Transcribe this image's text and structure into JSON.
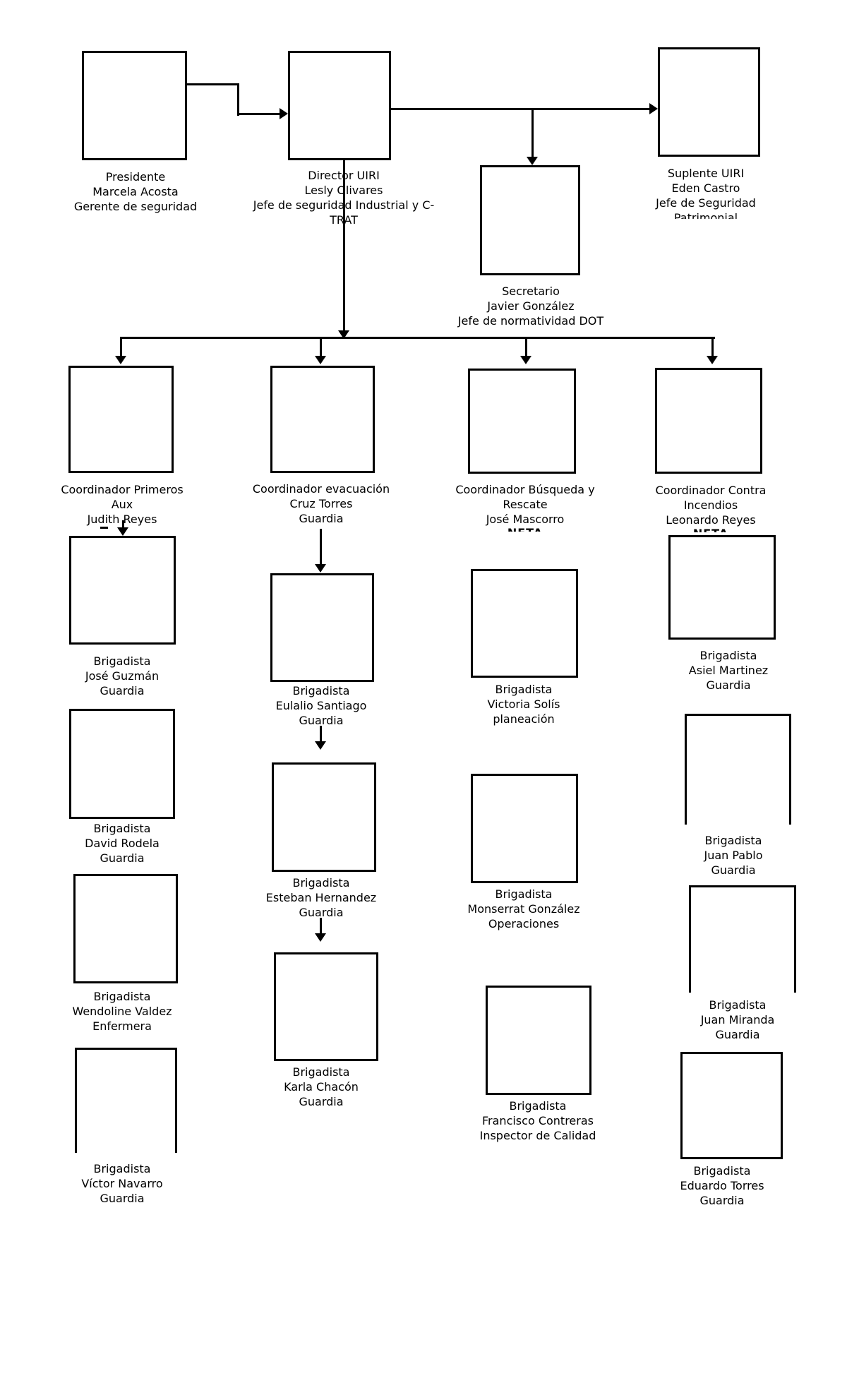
{
  "org_chart": {
    "colors": {
      "background": "#ffffff",
      "line": "#000000",
      "text": "#000000"
    },
    "nodes": {
      "presidente": {
        "lines": [
          "Presidente",
          "Marcela Acosta",
          "Gerente de seguridad"
        ]
      },
      "director": {
        "lines": [
          "Director UIRI",
          "Lesly Olivares",
          "Jefe de seguridad Industrial y C-",
          "TRAT"
        ]
      },
      "suplente": {
        "lines": [
          "Suplente UIRI",
          "Eden Castro",
          "Jefe de Seguridad"
        ],
        "clipped_text": "Patrimonial"
      },
      "secretario": {
        "lines": [
          "Secretario",
          "Javier González",
          "Jefe de normatividad DOT"
        ]
      }
    },
    "coordinators": [
      {
        "lines": [
          "Coordinador Primeros",
          "Aux",
          "Judith Reyes"
        ]
      },
      {
        "lines": [
          "Coordinador evacuación",
          "Cruz Torres",
          "Guardia"
        ]
      },
      {
        "lines": [
          "Coordinador Búsqueda y",
          "Rescate",
          "José Mascorro"
        ],
        "clipped_text": "NETA"
      },
      {
        "lines": [
          "Coordinador Contra",
          "Incendios",
          "Leonardo Reyes"
        ],
        "clipped_text": "NETA"
      }
    ],
    "columns": [
      [
        {
          "lines": [
            "Brigadista",
            "José Guzmán",
            "Guardia"
          ]
        },
        {
          "lines": [
            "Brigadista",
            "David Rodela",
            "Guardia"
          ]
        },
        {
          "lines": [
            "Brigadista",
            "Wendoline Valdez",
            "Enfermera"
          ]
        },
        {
          "lines": [
            "Brigadista",
            "Víctor Navarro",
            "Guardia"
          ]
        }
      ],
      [
        {
          "lines": [
            "Brigadista",
            "Eulalio Santiago",
            "Guardia"
          ]
        },
        {
          "lines": [
            "Brigadista",
            "Esteban Hernandez",
            "Guardia"
          ]
        },
        {
          "lines": [
            "Brigadista",
            "Karla Chacón",
            "Guardia"
          ]
        }
      ],
      [
        {
          "lines": [
            "Brigadista",
            "Victoria Solís",
            "planeación"
          ]
        },
        {
          "lines": [
            "Brigadista",
            "Monserrat González",
            "Operaciones"
          ]
        },
        {
          "lines": [
            "Brigadista",
            "Francisco Contreras",
            "Inspector de Calidad"
          ]
        }
      ],
      [
        {
          "lines": [
            "Brigadista",
            "Asiel Martinez",
            "Guardia"
          ]
        },
        {
          "lines": [
            "Brigadista",
            "Juan Pablo",
            "Guardia"
          ]
        },
        {
          "lines": [
            "Brigadista",
            "Juan Miranda",
            "Guardia"
          ]
        },
        {
          "lines": [
            "Brigadista",
            "Eduardo Torres",
            "Guardia"
          ]
        }
      ]
    ]
  }
}
